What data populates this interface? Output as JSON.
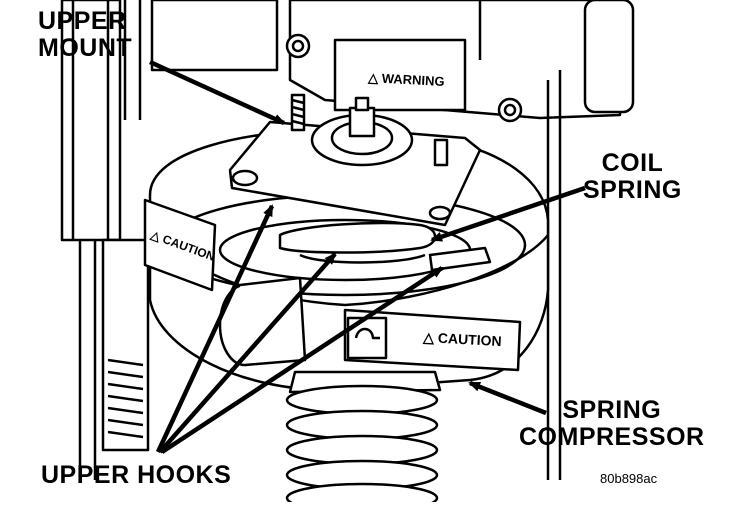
{
  "labels": {
    "upper_mount": [
      "UPPER",
      "MOUNT"
    ],
    "coil_spring": [
      "COIL",
      "SPRING"
    ],
    "spring_compressor": [
      "SPRING",
      "COMPRESSOR"
    ],
    "upper_hooks": "UPPER HOOKS"
  },
  "decals": {
    "warning": "△ WARNING",
    "caution_left": "△ CAUTION",
    "caution_right": "△ CAUTION"
  },
  "figure_id": "80b898ac"
}
